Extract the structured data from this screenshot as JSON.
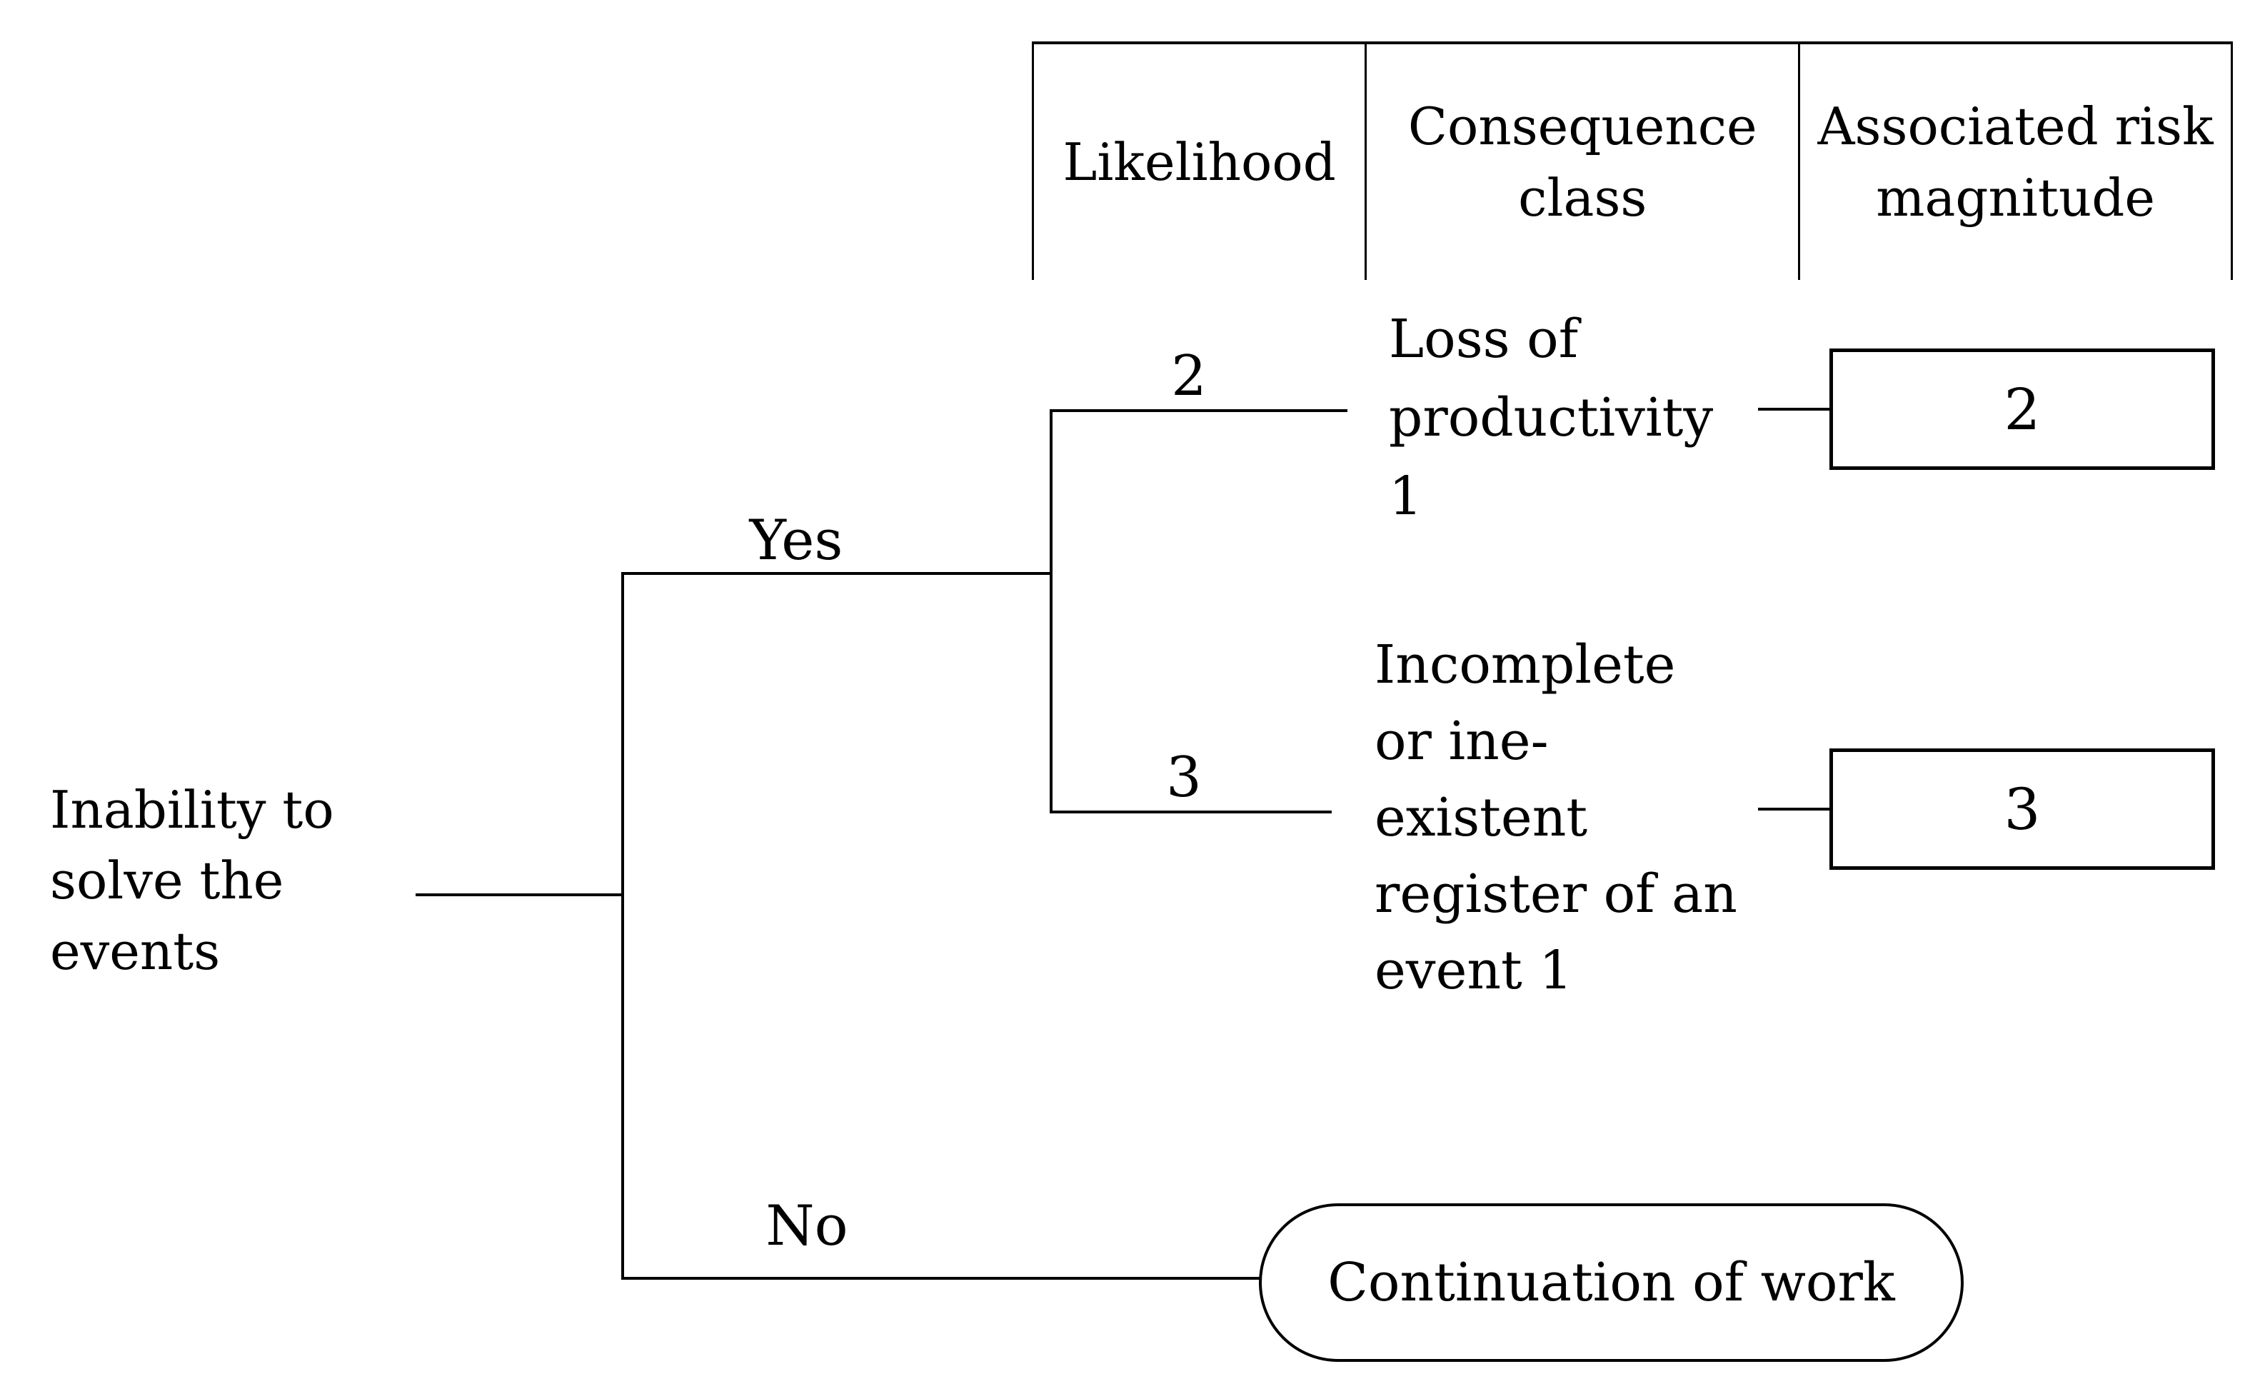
{
  "header": {
    "columns": [
      "Likelihood",
      "Consequence class",
      "Associated risk magnitude"
    ]
  },
  "tree": {
    "root": "Inability to\nsolve the\nevents",
    "yes_label": "Yes",
    "no_label": "No",
    "likelihood_2": "2",
    "likelihood_3": "3",
    "consequence_2": "Loss of\nproductivity\n1",
    "consequence_3": "Incomplete\nor ine-\nexistent\nregister of an\nevent 1",
    "risk_2": "2",
    "risk_3": "3",
    "terminal": "Continuation of work"
  },
  "colors": {
    "line": "#000000",
    "background": "#ffffff",
    "text": "#000000"
  }
}
